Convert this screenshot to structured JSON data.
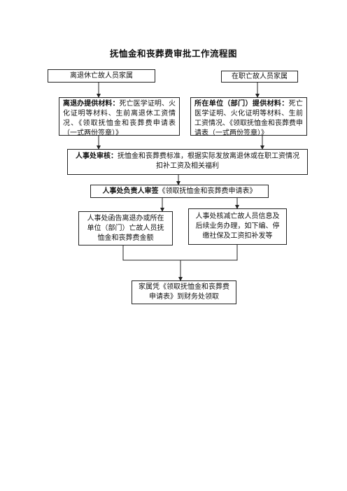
{
  "title": "抚恤金和丧葬费审批工作流程图",
  "nodes": {
    "retiree_family": "离退休亡故人员家属",
    "employee_family": "在职亡故人员家属",
    "retire_office": {
      "label": "离退办提供材料：",
      "text": "死亡医学证明、火化证明等材料、生前离退休工资情况、《领取抚恤金和丧葬费申请表（一式两份签章）》"
    },
    "unit_dept": {
      "label": "所在单位（部门）提供材料：",
      "text": "死亡医学证明、火化证明等材料、生前工资情况、《领取抚恤金和丧葬费申请表（一式两份签章）》"
    },
    "hr_review": {
      "label": "人事处审核：",
      "text": "抚恤金和丧葬费标准，根据实际发放离退休或在职工资情况扣补工资及相关福利"
    },
    "hr_head_sign": {
      "label": "人事处负责人审签",
      "text": "《领取抚恤金和丧葬费申请表》"
    },
    "hr_notify": "人事处函告离退办或所在单位（部门）亡故人员抚恤金和丧葬费金额",
    "hr_reduce": "人事处核减亡故人员信息及后续业务办理，如下编、停缴社保及工资扣补发等",
    "family_collect": "家属凭《领取抚恤金和丧葬费申请表》到财务处领取"
  }
}
